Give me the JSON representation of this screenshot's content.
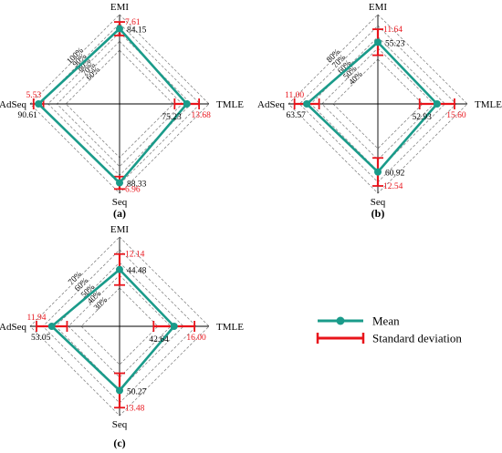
{
  "chart_data": [
    {
      "type": "radar",
      "panel_label": "(a)",
      "axes": [
        "EMI",
        "TMLE",
        "Seq",
        "AdSeq"
      ],
      "ring_labels": [
        "60%",
        "70%",
        "80%",
        "90%",
        "100%"
      ],
      "ring_values": [
        60,
        70,
        80,
        90,
        100
      ],
      "rmax": 100,
      "series": [
        {
          "name": "Mean",
          "values": [
            84.15,
            75.23,
            88.33,
            90.61
          ],
          "value_labels": [
            "84.15",
            "75.23",
            "88.33",
            "90.61"
          ]
        },
        {
          "name": "Standard deviation",
          "values": [
            7.61,
            13.68,
            6.96,
            5.53
          ],
          "value_labels": [
            "7.61",
            "13.68",
            "6.96",
            "5.53"
          ]
        }
      ]
    },
    {
      "type": "radar",
      "panel_label": "(b)",
      "axes": [
        "EMI",
        "TMLE",
        "Seq",
        "AdSeq"
      ],
      "ring_labels": [
        "40%",
        "50%",
        "60%",
        "70%",
        "80%"
      ],
      "ring_values": [
        40,
        50,
        60,
        70,
        80
      ],
      "rmax": 80,
      "series": [
        {
          "name": "Mean",
          "values": [
            55.23,
            52.93,
            60.92,
            63.57
          ],
          "value_labels": [
            "55.23",
            "52.93",
            "60.92",
            "63.57"
          ]
        },
        {
          "name": "Standard deviation",
          "values": [
            11.64,
            15.6,
            12.54,
            11.0
          ],
          "value_labels": [
            "11.64",
            "15.60",
            "12.54",
            "11.00"
          ]
        }
      ]
    },
    {
      "type": "radar",
      "panel_label": "(c)",
      "axes": [
        "EMI",
        "TMLE",
        "Seq",
        "AdSeq"
      ],
      "ring_labels": [
        "30%",
        "40%",
        "50%",
        "60%",
        "70%"
      ],
      "ring_values": [
        30,
        40,
        50,
        60,
        70
      ],
      "rmax": 70,
      "series": [
        {
          "name": "Mean",
          "values": [
            44.48,
            42.64,
            50.27,
            53.05
          ],
          "value_labels": [
            "44.48",
            "42.64",
            "50.27",
            "53.05"
          ]
        },
        {
          "name": "Standard deviation",
          "values": [
            12.14,
            16.0,
            13.48,
            11.94
          ],
          "value_labels": [
            "12.14",
            "16.00",
            "13.48",
            "11.94"
          ]
        }
      ]
    }
  ],
  "legend": {
    "mean_label": "Mean",
    "sd_label": "Standard deviation"
  },
  "colors": {
    "mean": "#1a9b8a",
    "sd": "#e8141b",
    "grid": "#888888",
    "axis": "#000000",
    "text": "#000000"
  }
}
